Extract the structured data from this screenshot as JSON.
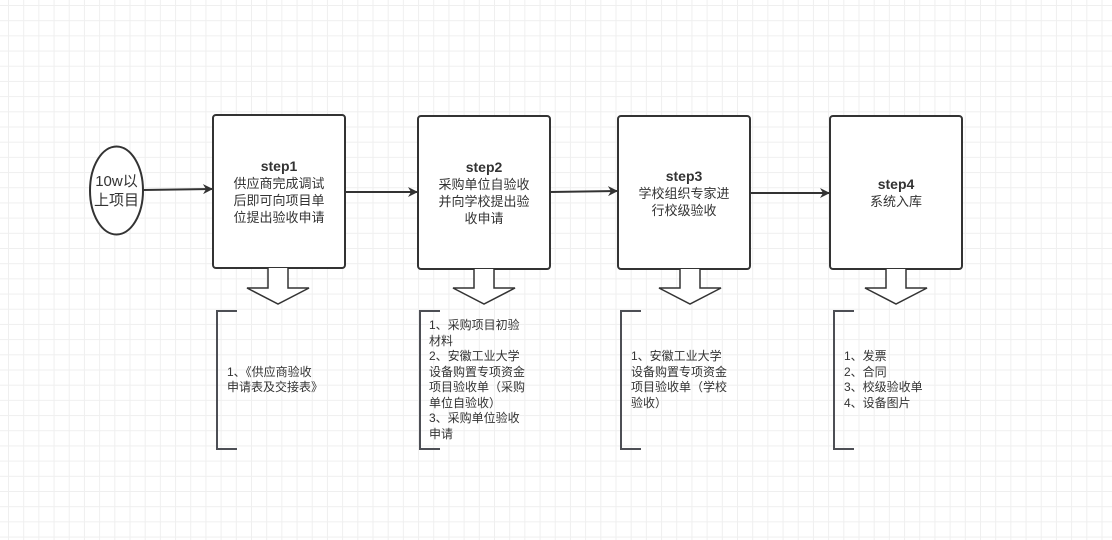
{
  "start": {
    "label": "10w以\n上项目"
  },
  "steps": [
    {
      "title": "step1",
      "body": "供应商完成调试\n后即可向项目单\n位提出验收申请"
    },
    {
      "title": "step2",
      "body": "采购单位自验收\n并向学校提出验\n收申请"
    },
    {
      "title": "step3",
      "body": "学校组织专家进\n行校级验收"
    },
    {
      "title": "step4",
      "body": "系统入库"
    }
  ],
  "notes": [
    {
      "text": "1、《供应商验收\n申请表及交接表》"
    },
    {
      "text": "1、采购项目初验\n材料\n2、安徽工业大学\n设备购置专项资金\n项目验收单（采购\n单位自验收）\n3、采购单位验收\n申请"
    },
    {
      "text": "1、安徽工业大学\n设备购置专项资金\n项目验收单（学校\n验收）"
    },
    {
      "text": "1、发票\n2、合同\n3、校级验收单\n4、设备图片"
    }
  ],
  "colors": {
    "stroke": "#333333",
    "bracket": "#4d4f55",
    "grid": "#efefef",
    "text": "#333333"
  }
}
